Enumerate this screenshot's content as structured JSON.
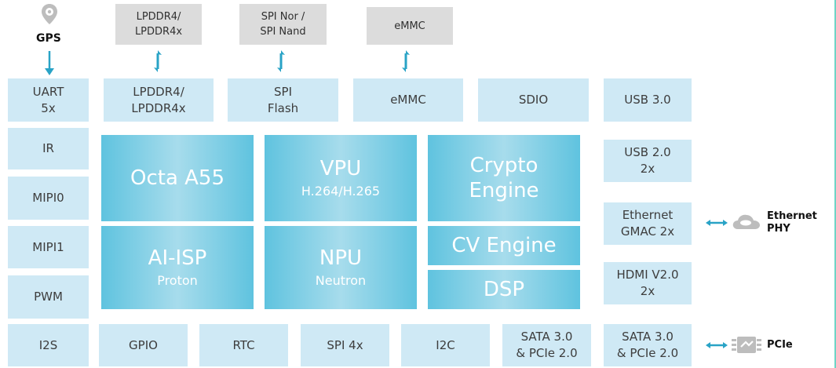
{
  "colors": {
    "block_bg": "#cfe9f5",
    "external_bg": "#dcdcdc",
    "core_gradient_edge": "#5fc3df",
    "core_gradient_mid": "#a7dcec",
    "arrow": "#29a3c6",
    "border_accent": "#6fd4c6"
  },
  "gps": {
    "icon": "map-pin-icon",
    "label": "GPS"
  },
  "external": {
    "lpddr": [
      "LPDDR4/",
      "LPDDR4x"
    ],
    "spi_nor": [
      "SPI Nor /",
      "SPI Nand"
    ],
    "emmc": "eMMC"
  },
  "top_row": {
    "uart": [
      "UART",
      "5x"
    ],
    "lpddr": [
      "LPDDR4/",
      "LPDDR4x"
    ],
    "spi_flash": [
      "SPI",
      "Flash"
    ],
    "emmc": "eMMC",
    "sdio": "SDIO",
    "usb3": "USB 3.0"
  },
  "left_col": [
    "IR",
    "MIPI0",
    "MIPI1",
    "PWM"
  ],
  "right_col": {
    "usb2": [
      "USB 2.0",
      "2x"
    ],
    "ethernet": [
      "Ethernet",
      "GMAC 2x"
    ],
    "hdmi": [
      "HDMI V2.0",
      "2x"
    ]
  },
  "cores": {
    "cpu": "Octa A55",
    "vpu": "VPU",
    "vpu_sub": "H.264/H.265",
    "crypto": [
      "Crypto",
      "Engine"
    ],
    "aiisp": "AI-ISP",
    "aiisp_sub": "Proton",
    "npu": "NPU",
    "npu_sub": "Neutron",
    "cv": "CV Engine",
    "dsp": "DSP"
  },
  "bottom_row": {
    "i2s": "I2S",
    "gpio": "GPIO",
    "rtc": "RTC",
    "spi4x": "SPI 4x",
    "i2c": "I2C",
    "sata_a": [
      "SATA 3.0",
      "& PCIe 2.0"
    ],
    "sata_b": [
      "SATA 3.0",
      "& PCIe 2.0"
    ]
  },
  "ethernet_phy": {
    "icon": "cloud-link-icon",
    "label": [
      "Ethernet",
      "PHY"
    ]
  },
  "pcie": {
    "icon": "pcie-card-icon",
    "label": "PCIe"
  }
}
